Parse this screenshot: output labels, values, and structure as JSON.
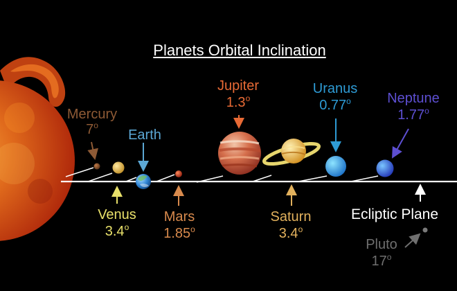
{
  "title": "Planets Orbital Inclination",
  "labels": {
    "mercury": {
      "name": "Mercury",
      "value": "7",
      "unit": "o"
    },
    "earth": {
      "name": "Earth"
    },
    "jupiter": {
      "name": "Jupiter",
      "value": "1.3",
      "unit": "o"
    },
    "uranus": {
      "name": "Uranus",
      "value": "0.77",
      "unit": "o"
    },
    "neptune": {
      "name": "Neptune",
      "value": "1.77",
      "unit": "o"
    },
    "venus": {
      "name": "Venus",
      "value": "3.4",
      "unit": "o"
    },
    "mars": {
      "name": "Mars",
      "value": "1.85",
      "unit": "o"
    },
    "saturn": {
      "name": "Saturn",
      "value": "3.4",
      "unit": "o"
    },
    "ecliptic": {
      "name": "Ecliptic Plane"
    },
    "pluto": {
      "name": "Pluto",
      "value": "17",
      "unit": "o"
    }
  },
  "colors": {
    "background": "#000000",
    "ecliptic_line": "#ffffff",
    "mercury": "#8e5a35",
    "earth": "#5ca8d5",
    "jupiter": "#e86a35",
    "uranus": "#2e9bd5",
    "neptune": "#5d4fd2",
    "venus": "#e8e06a",
    "mars": "#d88a4d",
    "saturn": "#e2b15d",
    "pluto": "#6f6f6f",
    "sun": "#d84a10"
  }
}
